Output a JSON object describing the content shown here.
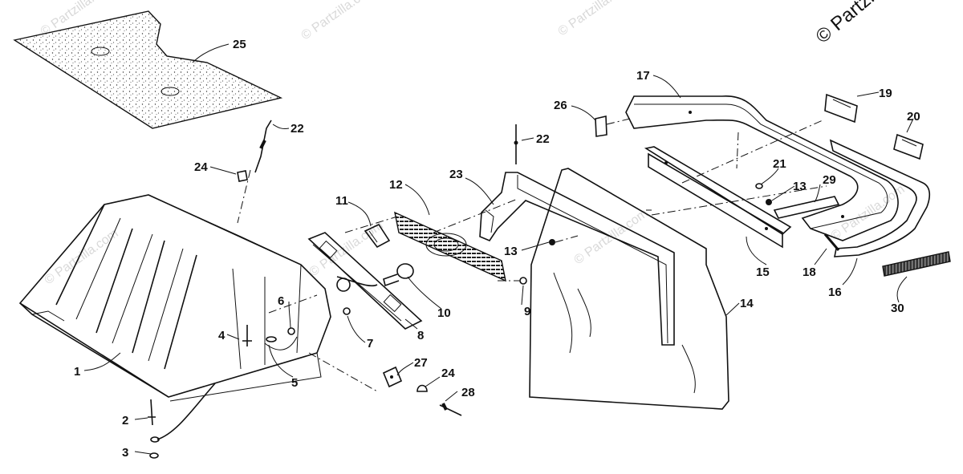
{
  "watermark_text": "© Partzilla.com",
  "copyright_text": "© Partzilla",
  "callouts": [
    {
      "id": "1",
      "label": "1"
    },
    {
      "id": "2",
      "label": "2"
    },
    {
      "id": "3",
      "label": "3"
    },
    {
      "id": "4",
      "label": "4"
    },
    {
      "id": "5",
      "label": "5"
    },
    {
      "id": "6",
      "label": "6"
    },
    {
      "id": "7",
      "label": "7"
    },
    {
      "id": "8",
      "label": "8"
    },
    {
      "id": "9",
      "label": "9"
    },
    {
      "id": "10",
      "label": "10"
    },
    {
      "id": "11",
      "label": "11"
    },
    {
      "id": "12",
      "label": "12"
    },
    {
      "id": "13a",
      "label": "13"
    },
    {
      "id": "13b",
      "label": "13"
    },
    {
      "id": "14",
      "label": "14"
    },
    {
      "id": "15",
      "label": "15"
    },
    {
      "id": "16",
      "label": "16"
    },
    {
      "id": "17",
      "label": "17"
    },
    {
      "id": "18",
      "label": "18"
    },
    {
      "id": "19",
      "label": "19"
    },
    {
      "id": "20",
      "label": "20"
    },
    {
      "id": "21",
      "label": "21"
    },
    {
      "id": "22a",
      "label": "22"
    },
    {
      "id": "22b",
      "label": "22"
    },
    {
      "id": "23",
      "label": "23"
    },
    {
      "id": "24a",
      "label": "24"
    },
    {
      "id": "24b",
      "label": "24"
    },
    {
      "id": "25",
      "label": "25"
    },
    {
      "id": "26",
      "label": "26"
    },
    {
      "id": "27",
      "label": "27"
    },
    {
      "id": "28",
      "label": "28"
    },
    {
      "id": "29",
      "label": "29"
    },
    {
      "id": "30",
      "label": "30"
    }
  ]
}
